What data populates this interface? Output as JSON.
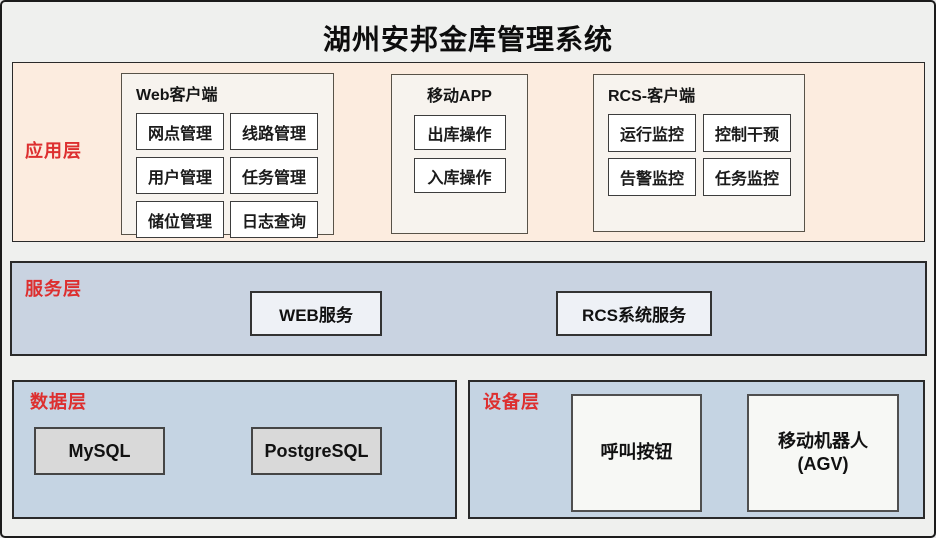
{
  "title": "湖州安邦金库管理系统",
  "colors": {
    "page_bg": "#eff0ee",
    "canvas_border": "#1b1b1b",
    "app_layer_bg": "#fcecdf",
    "group_box_bg": "#f7f3ee",
    "button_bg": "#ffffff",
    "service_layer_bg": "#c9d3e1",
    "service_box_bg": "#eef1f6",
    "data_layer_bg": "#c5d4e3",
    "db_box_bg": "#d9d9d9",
    "device_layer_bg": "#c5d4e3",
    "device_box_bg": "#f7f8f5",
    "layer_label_red": "#dd2f2f",
    "text_black": "#111111"
  },
  "layers": {
    "application": {
      "label": "应用层",
      "groups": [
        {
          "title": "Web客户端",
          "items": [
            "网点管理",
            "线路管理",
            "用户管理",
            "任务管理",
            "储位管理",
            "日志查询"
          ]
        },
        {
          "title": "移动APP",
          "items": [
            "出库操作",
            "入库操作"
          ]
        },
        {
          "title": "RCS-客户端",
          "items": [
            "运行监控",
            "控制干预",
            "告警监控",
            "任务监控"
          ]
        }
      ]
    },
    "service": {
      "label": "服务层",
      "items": [
        "WEB服务",
        "RCS系统服务"
      ]
    },
    "data": {
      "label": "数据层",
      "items": [
        "MySQL",
        "PostgreSQL"
      ]
    },
    "device": {
      "label": "设备层",
      "items": [
        {
          "line1": "呼叫按钮",
          "line2": ""
        },
        {
          "line1": "移动机器人",
          "line2": "(AGV)"
        }
      ]
    }
  }
}
